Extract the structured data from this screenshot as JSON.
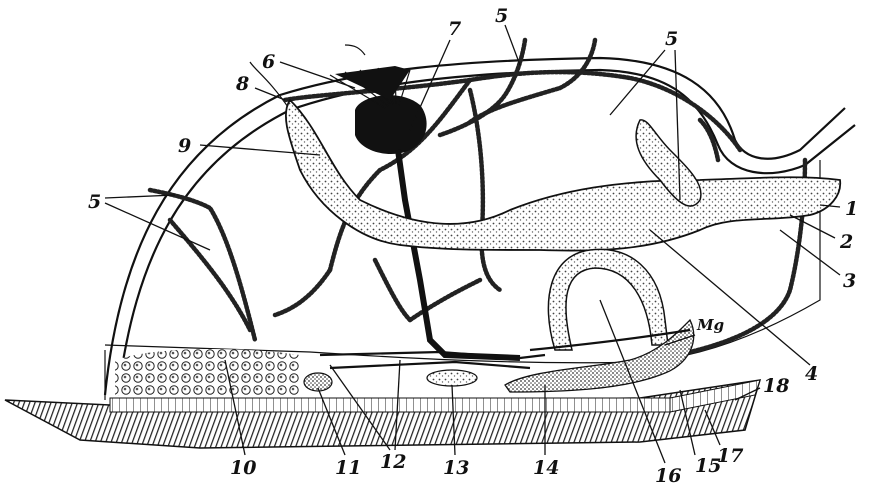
{
  "figure": {
    "labels": [
      {
        "id": "l1",
        "text": "1"
      },
      {
        "id": "l2",
        "text": "2"
      },
      {
        "id": "l3",
        "text": "3"
      },
      {
        "id": "l4",
        "text": "4"
      },
      {
        "id": "l5a",
        "text": "5"
      },
      {
        "id": "l5b",
        "text": "5"
      },
      {
        "id": "l5c",
        "text": "5"
      },
      {
        "id": "l6",
        "text": "6"
      },
      {
        "id": "l7",
        "text": "7"
      },
      {
        "id": "l8",
        "text": "8"
      },
      {
        "id": "l9",
        "text": "9"
      },
      {
        "id": "l10",
        "text": "10"
      },
      {
        "id": "l11",
        "text": "11"
      },
      {
        "id": "l12",
        "text": "12"
      },
      {
        "id": "l13",
        "text": "13"
      },
      {
        "id": "l14",
        "text": "14"
      },
      {
        "id": "l15",
        "text": "15"
      },
      {
        "id": "l16",
        "text": "16"
      },
      {
        "id": "l17",
        "text": "17"
      },
      {
        "id": "l18",
        "text": "18"
      },
      {
        "id": "lmg",
        "text": "Mg"
      }
    ]
  },
  "colors": {
    "ink": "#111111",
    "stipple": "#555555",
    "paper": "#ffffff"
  }
}
